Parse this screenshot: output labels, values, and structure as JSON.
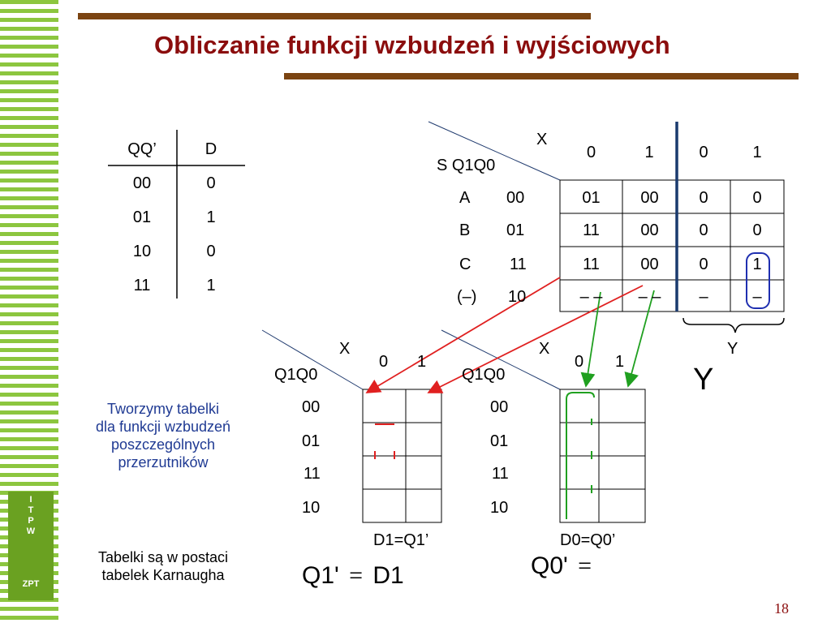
{
  "title": "Obliczanie funkcji wzbudzeń i wyjściowych",
  "logo": {
    "letters": "I\nT\nP\nW",
    "bottom": "ZPT"
  },
  "page_number": "18",
  "truth_table": {
    "headers": [
      "QQ’",
      "D"
    ],
    "rows": [
      [
        "00",
        "0"
      ],
      [
        "01",
        "1"
      ],
      [
        "10",
        "0"
      ],
      [
        "11",
        "1"
      ]
    ]
  },
  "main_table": {
    "corner_x": "X",
    "corner_state": "S Q1Q0",
    "col_headers": [
      "0",
      "1",
      "0",
      "1"
    ],
    "rows": [
      {
        "state": "A",
        "code": "00",
        "cells": [
          "01",
          "00",
          "0",
          "0"
        ]
      },
      {
        "state": "B",
        "code": "01",
        "cells": [
          "11",
          "00",
          "0",
          "0"
        ]
      },
      {
        "state": "C",
        "code": "11",
        "cells": [
          "11",
          "00",
          "0",
          "1"
        ]
      },
      {
        "state": "(–)",
        "code": "10",
        "cells": [
          "– –",
          "– –",
          "–",
          "–"
        ]
      }
    ],
    "y_brace_label": "Y",
    "y_big": "Y"
  },
  "kmap_d1": {
    "corner_x": "X",
    "corner_rows": "Q1Q0",
    "cols": [
      "0",
      "1"
    ],
    "rows": [
      "00",
      "01",
      "11",
      "10"
    ],
    "caption": "D1=Q1’",
    "equation_left": "Q1'",
    "equation_eq": "=",
    "equation_right": "D1"
  },
  "kmap_d0": {
    "corner_x": "X",
    "corner_rows": "Q1Q0",
    "cols": [
      "0",
      "1"
    ],
    "rows": [
      "00",
      "01",
      "11",
      "10"
    ],
    "caption": "D0=Q0’",
    "equation_left": "Q0'",
    "equation_eq": "="
  },
  "note_blue": [
    "Tworzymy tabelki",
    "dla funkcji wzbudzeń",
    "poszczególnych",
    "przerzutników"
  ],
  "note_black": [
    "Tabelki są w postaci",
    "tabelek Karnaugha"
  ],
  "colors": {
    "title": "#8b0d0d",
    "accent_bar": "#7b4411",
    "sidebar": "#8cc63f",
    "red_arrow": "#e02020",
    "green_arrow": "#20a020",
    "blue_ring": "#1f2fb0"
  }
}
